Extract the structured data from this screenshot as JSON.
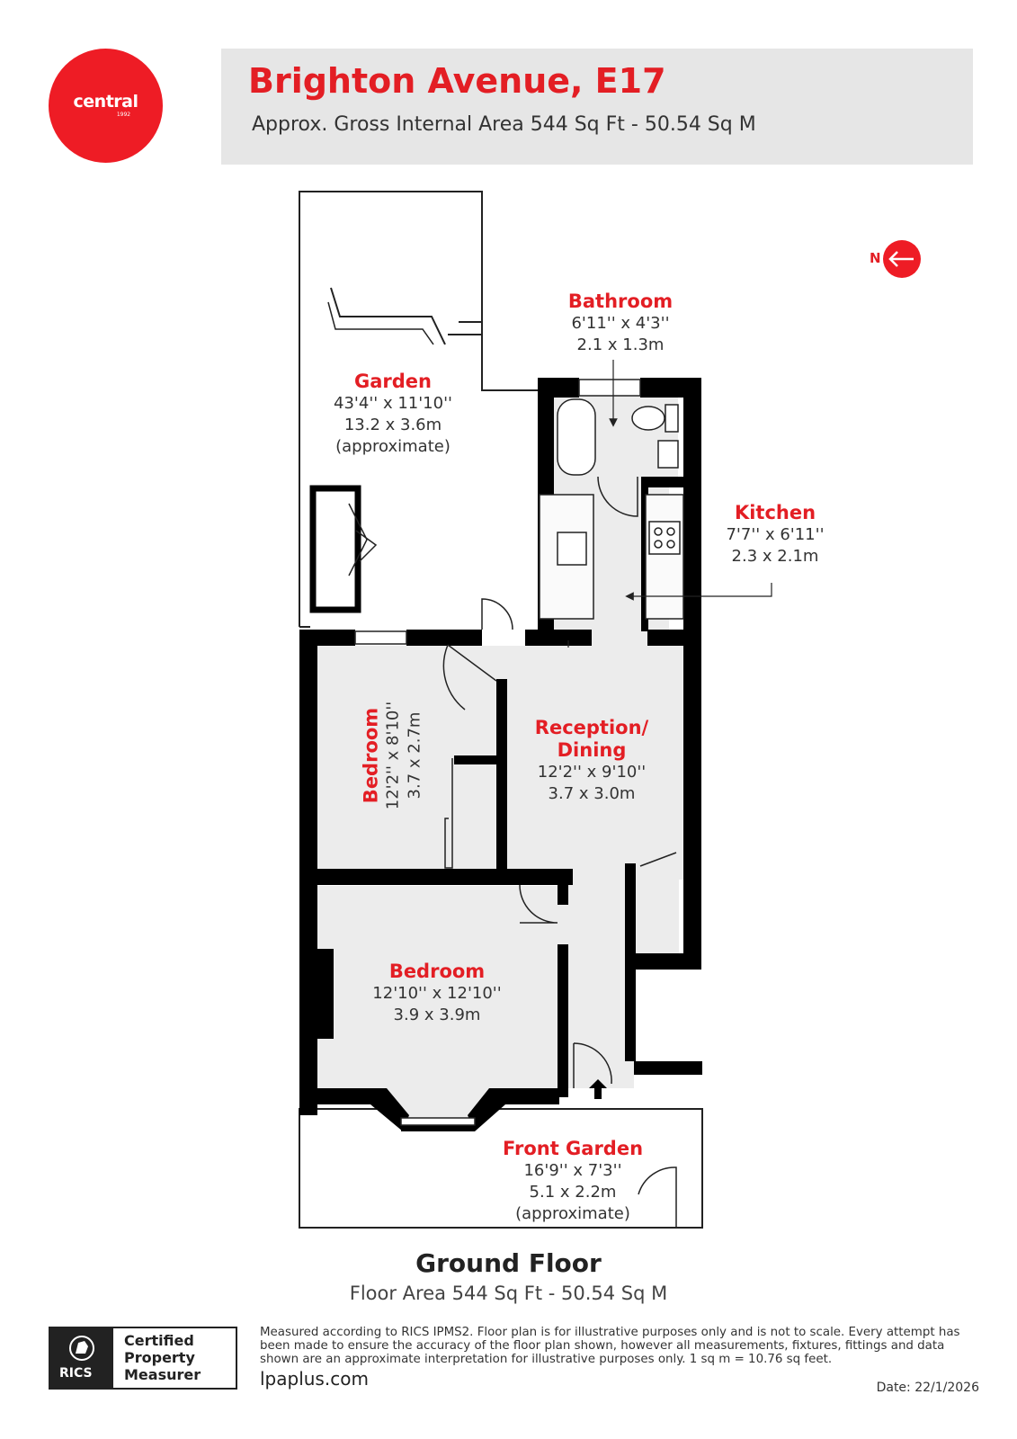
{
  "brand": {
    "name": "central",
    "year": "1992",
    "color": "#ee1c25"
  },
  "header": {
    "title": "Brighton Avenue, E17",
    "subtitle": "Approx. Gross Internal Area 544 Sq Ft - 50.54 Sq M"
  },
  "compass": {
    "letter": "N"
  },
  "rooms": {
    "garden": {
      "name": "Garden",
      "imperial": "43'4'' x 11'10''",
      "metric": "13.2 x 3.6m",
      "note": "(approximate)"
    },
    "bathroom": {
      "name": "Bathroom",
      "imperial": "6'11'' x 4'3''",
      "metric": "2.1 x 1.3m"
    },
    "kitchen": {
      "name": "Kitchen",
      "imperial": "7'7'' x 6'11''",
      "metric": "2.3 x 2.1m"
    },
    "bedroom_small": {
      "name": "Bedroom",
      "imperial": "12'2'' x 8'10''",
      "metric": "3.7 x 2.7m"
    },
    "reception": {
      "name_line1": "Reception/",
      "name_line2": "Dining",
      "imperial": "12'2'' x 9'10''",
      "metric": "3.7 x 3.0m"
    },
    "bedroom_main": {
      "name": "Bedroom",
      "imperial": "12'10'' x 12'10''",
      "metric": "3.9 x 3.9m"
    },
    "front_garden": {
      "name": "Front Garden",
      "imperial": "16'9'' x 7'3''",
      "metric": "5.1 x 2.2m",
      "note": "(approximate)"
    }
  },
  "floor": {
    "title": "Ground Floor",
    "area": "Floor Area 544 Sq Ft - 50.54 Sq M"
  },
  "certification": {
    "org": "RICS",
    "line1": "Certified",
    "line2": "Property",
    "line3": "Measurer"
  },
  "footer": {
    "disclaimer": "Measured according to RICS IPMS2. Floor plan is for illustrative purposes only and is not to scale. Every attempt has been made to ensure the accuracy of the floor plan shown, however all measurements, fixtures, fittings and data shown are an approximate interpretation for illustrative purposes only. 1 sq m = 10.76 sq feet.",
    "website": "lpaplus.com",
    "date": "Date: 22/1/2026"
  },
  "colors": {
    "accent": "#e31e24",
    "wall": "#000000",
    "floor": "#ececec",
    "header_bg": "#e6e6e6"
  }
}
